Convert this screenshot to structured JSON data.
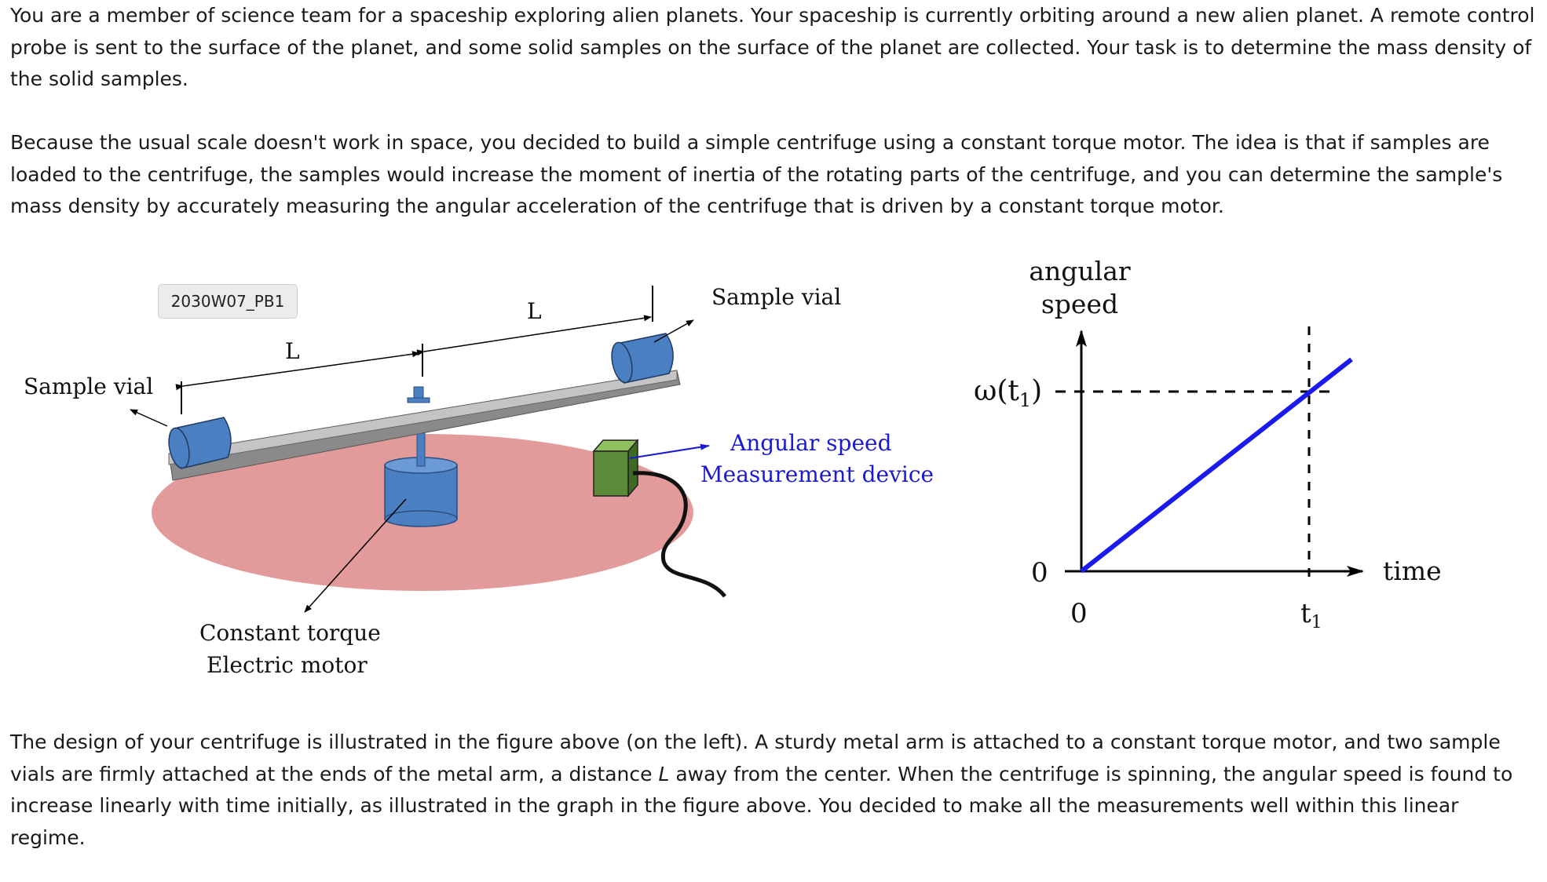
{
  "paragraph1": "You are a member of science team for a spaceship exploring alien planets. Your spaceship is currently orbiting around a new alien planet. A remote control probe is sent to the surface of the planet, and some solid samples on the surface of the planet are collected. Your task is to determine the mass density of the solid samples.",
  "paragraph2": "Because the usual scale doesn't work in space, you decided to build a simple centrifuge using a constant torque motor. The idea is that if samples are loaded to the centrifuge, the samples would increase the moment of inertia of the rotating parts of the centrifuge, and you can determine the sample's mass density by accurately measuring the angular acceleration of the centrifuge that is driven by a constant torque motor.",
  "paragraph3": {
    "before": "The design of your centrifuge is illustrated in the figure above (on the left). A sturdy metal arm is attached to a constant torque motor, and two sample vials are firmly attached at the ends of the metal arm, a distance ",
    "var": "L",
    "after": " away from the center. When the centrifuge is spinning, the angular speed is found to increase linearly with time initially, as illustrated in the graph in the figure above. You decided to make all the measurements well within this linear regime."
  },
  "badge": "2030W07_PB1",
  "diagram": {
    "sample_vial_left": "Sample vial",
    "sample_vial_right": "Sample vial",
    "length_left": "L",
    "length_right": "L",
    "motor_line1": "Constant torque",
    "motor_line2": "Electric motor",
    "device_line1": "Angular speed",
    "device_line2": "Measurement device"
  },
  "graph": {
    "ylabel_line1": "angular",
    "ylabel_line2": "speed",
    "xlabel": "time",
    "omega_label": "ω(t",
    "omega_sub": "1",
    "omega_close": ")",
    "y_zero": "0",
    "x_zero": "0",
    "t_label": "t",
    "t_sub": "1"
  },
  "colors": {
    "platform": "#e29a9a",
    "vial": "#4a7fc1",
    "motor": "#4a7fc1",
    "arm": "#b5b5b5",
    "device": "#5a8a3a",
    "graph_line": "#1a1aee",
    "device_label": "#1a1ad0"
  }
}
